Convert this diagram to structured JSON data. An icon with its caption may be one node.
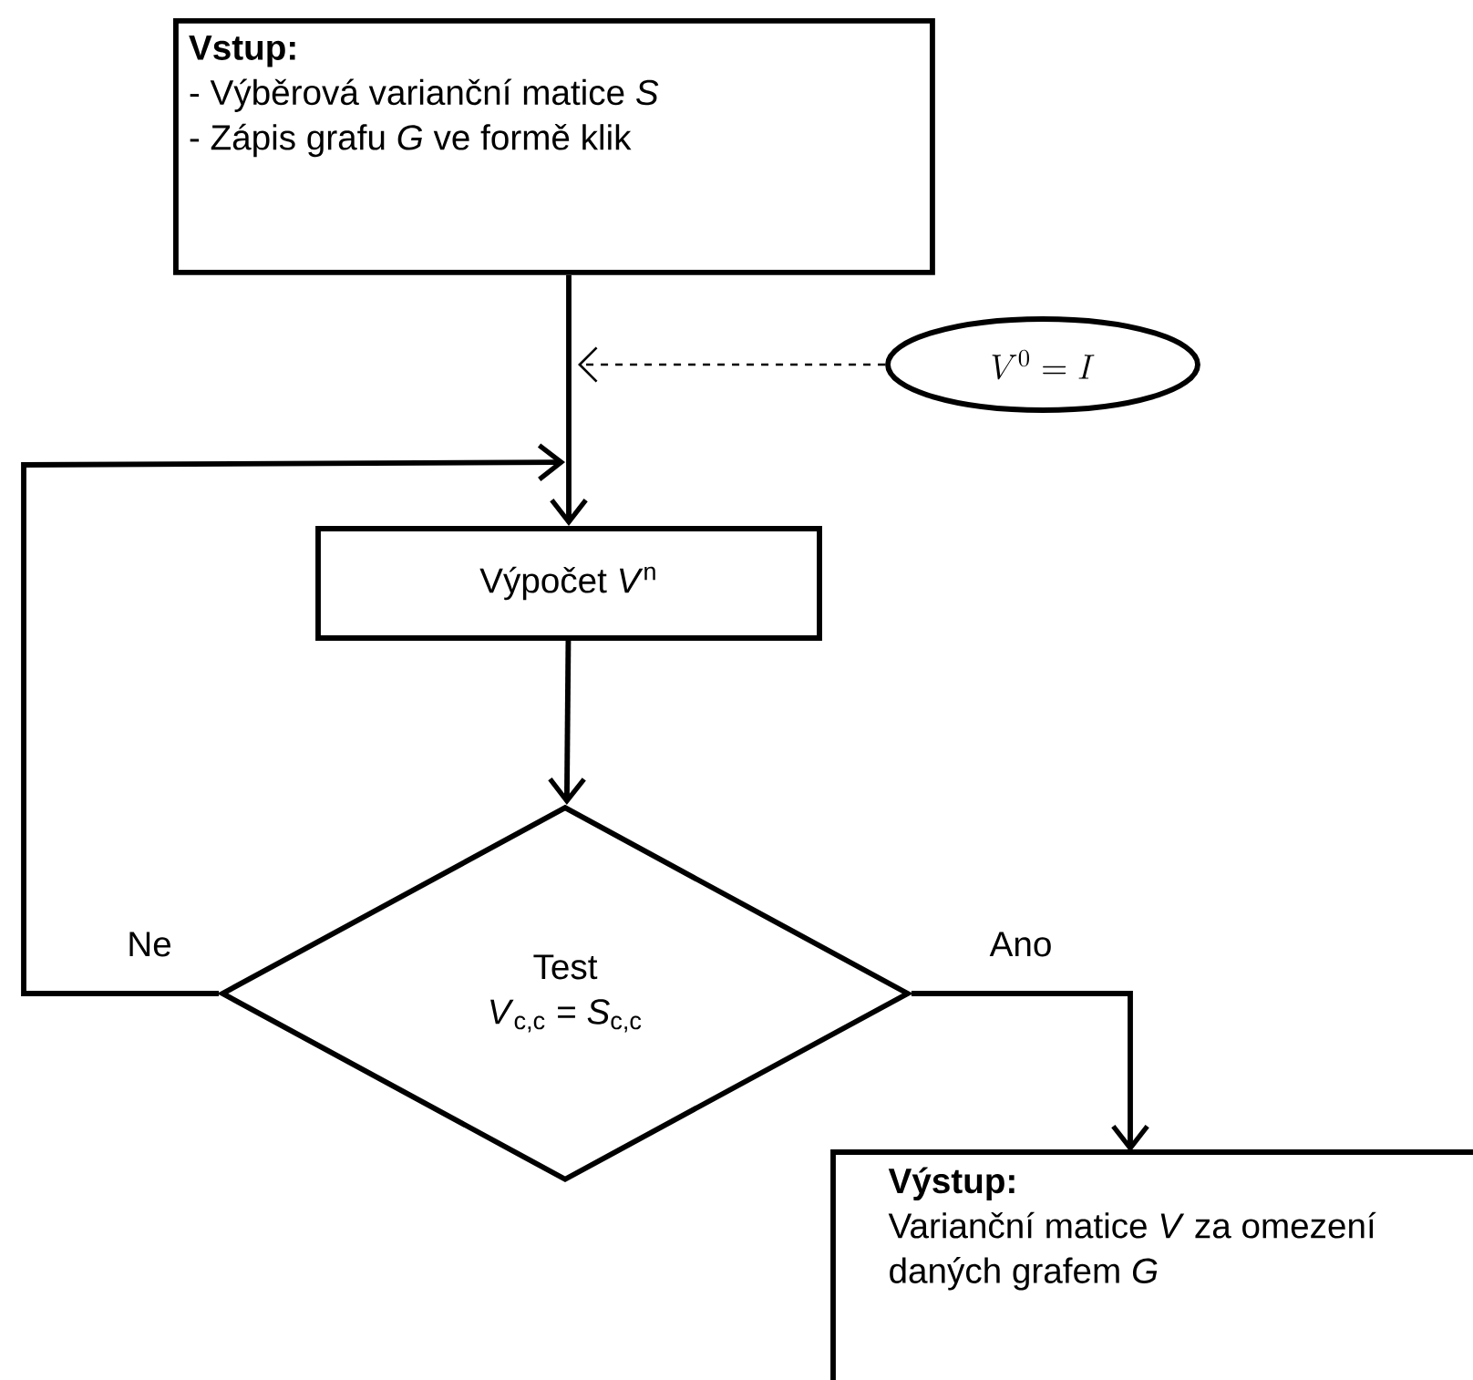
{
  "diagram": {
    "nodes": [
      {
        "text": [
          "Vstup:",
          "- Výběrová varianční matice *S*",
          "- Zápis grafu *G* ve formě klik"
        ]
      },
      {
        "text": [
          "V^0 = I"
        ]
      },
      {
        "text": [
          "Výpočet *V*$^{n}$"
        ]
      },
      {
        "text": [
          "Test",
          "*V*$_{c,c}$ = *S*$_{c,c}$"
        ]
      },
      {
        "text": [
          "Výstup:",
          "Varianční matice *V* za omezení daných grafem *G*"
        ]
      }
    ],
    "edges": [
      {
        "from": 0,
        "to": 2,
        "arrow": "to"
      },
      {
        "from": 1,
        "to": null,
        "arrow": "to",
        "style": "dashed"
      },
      {
        "from": 2,
        "to": 3,
        "arrow": "to"
      },
      {
        "from": 3,
        "to": 2,
        "arrow": "to",
        "label": "Ne"
      },
      {
        "from": 3,
        "to": 4,
        "arrow": "to",
        "label": "Ano"
      }
    ]
  }
}
